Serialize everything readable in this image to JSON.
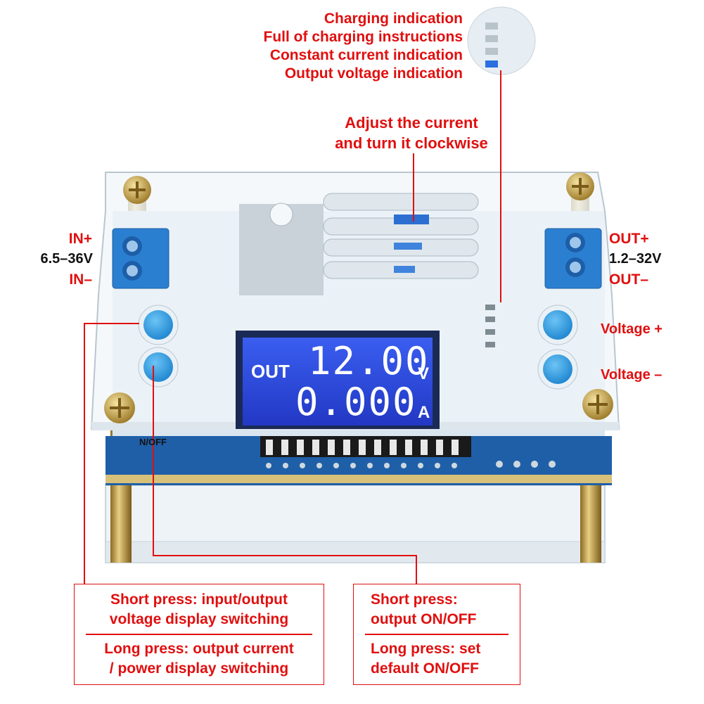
{
  "indicators": {
    "charging": "Charging indication",
    "full": "Full of charging instructions",
    "constant_current": "Constant current indication",
    "output_voltage": "Output voltage indication"
  },
  "adjust": {
    "line1": "Adjust the current",
    "line2": "and turn it clockwise"
  },
  "input": {
    "plus": "IN+",
    "range": "6.5–36V",
    "minus": "IN–"
  },
  "output": {
    "plus": "OUT+",
    "range": "1.2–32V",
    "minus": "OUT–"
  },
  "buttons": {
    "voltage_plus": "Voltage +",
    "voltage_minus": "Voltage –"
  },
  "lcd": {
    "out_label": "OUT",
    "voltage": "12.00",
    "voltage_unit": "V",
    "current": "0.000",
    "current_unit": "A"
  },
  "board": {
    "switch_label": "N/OFF"
  },
  "left_box": {
    "short_line1": "Short press: input/output",
    "short_line2": "voltage display switching",
    "long_line1": "Long press: output current",
    "long_line2": "/ power display switching"
  },
  "right_box": {
    "short_line1": "Short press:",
    "short_line2": "output ON/OFF",
    "long_line1": "Long press: set",
    "long_line2": "default ON/OFF"
  },
  "colors": {
    "annotation": "#e10f0f",
    "lcd_background": "#2a48d8",
    "button": "#2a9be0",
    "terminal": "#2b7fd0",
    "brass": "#c9a24a"
  }
}
